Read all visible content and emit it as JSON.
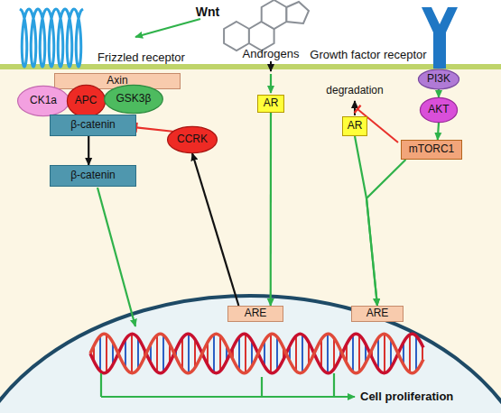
{
  "diagram": {
    "nodes": [
      {
        "text": [
          "Axin"
        ]
      },
      {
        "text": [
          "CK1a"
        ]
      },
      {
        "text": [
          "APC"
        ]
      },
      {
        "text": [
          "GSK3β"
        ]
      },
      {
        "text": [
          "β-catenin"
        ]
      },
      {
        "text": [
          "CCRK"
        ]
      },
      {
        "text": [
          "AR"
        ]
      },
      {
        "text": [
          "PI3K"
        ]
      },
      {
        "text": [
          "AKT"
        ]
      },
      {
        "text": [
          "AR"
        ]
      },
      {
        "text": [
          "mTORC1"
        ]
      },
      {
        "text": [
          "β-catenin"
        ]
      },
      {
        "text": [
          "ARE"
        ]
      },
      {
        "text": [
          "ARE"
        ]
      }
    ],
    "edges": [
      {
        "from": 4,
        "to": 11,
        "arrow": "to"
      },
      {
        "from": 6,
        "to": 12,
        "arrow": "to"
      },
      {
        "from": 12,
        "to": 5,
        "arrow": "to"
      },
      {
        "from": 5,
        "to": 4,
        "arrow": "to"
      },
      {
        "from": 7,
        "to": 8,
        "arrow": "to"
      },
      {
        "from": 8,
        "to": 10,
        "arrow": "to"
      },
      {
        "from": 10,
        "to": 13,
        "arrow": "to"
      },
      {
        "from": 9,
        "to": 13,
        "arrow": "to"
      }
    ],
    "labels": [
      "Wnt",
      "Frizzled receptor",
      "Androgens",
      "degradation",
      "Growth factor receptor",
      "Cell proliferation"
    ]
  }
}
